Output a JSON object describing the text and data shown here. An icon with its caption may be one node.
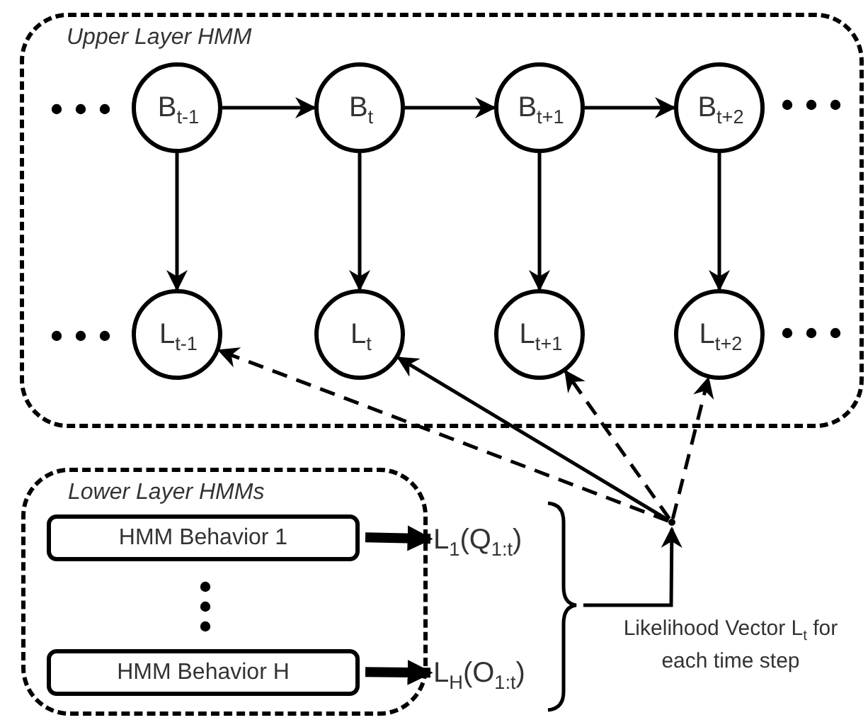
{
  "diagram": {
    "nodes": [
      {
        "text": [
          "Upper Layer HMM"
        ]
      },
      {
        "text": [
          "B$_{t-1}$"
        ],
        "in": 0
      },
      {
        "text": [
          "B$_{t}$"
        ],
        "in": 0
      },
      {
        "text": [
          "B$_{t+1}$"
        ],
        "in": 0
      },
      {
        "text": [
          "B$_{t+2}$"
        ],
        "in": 0
      },
      {
        "text": [
          "L$_{t-1}$"
        ],
        "in": 0
      },
      {
        "text": [
          "L$_{t}$"
        ],
        "in": 0
      },
      {
        "text": [
          "L$_{t+1}$"
        ],
        "in": 0
      },
      {
        "text": [
          "L$_{t+2}$"
        ],
        "in": 0
      },
      {
        "text": [
          "Lower Layer HMMs"
        ]
      },
      {
        "text": [
          "HMM Behavior 1"
        ],
        "in": 9
      },
      {
        "text": [
          "HMM Behavior H"
        ],
        "in": 9
      },
      {
        "text": [
          "L$_{1}$(Q$_{1:t}$)"
        ]
      },
      {
        "text": [
          "L$_{H}$(O$_{1:t}$)"
        ]
      },
      {
        "text": [],
        "shape": "point"
      },
      {
        "text": [],
        "shape": "brace"
      }
    ],
    "edges": [
      {
        "from": 1,
        "to": 2,
        "arrow": "to"
      },
      {
        "from": 2,
        "to": 3,
        "arrow": "to"
      },
      {
        "from": 3,
        "to": 4,
        "arrow": "to"
      },
      {
        "from": 1,
        "to": 5,
        "arrow": "to"
      },
      {
        "from": 2,
        "to": 6,
        "arrow": "to"
      },
      {
        "from": 3,
        "to": 7,
        "arrow": "to"
      },
      {
        "from": 4,
        "to": 8,
        "arrow": "to"
      },
      {
        "from": 10,
        "to": 12,
        "arrow": "to",
        "style": "thick"
      },
      {
        "from": 11,
        "to": 13,
        "arrow": "to",
        "style": "thick"
      },
      {
        "from": 15,
        "to": 14,
        "arrow": "to"
      },
      {
        "from": 14,
        "to": 5,
        "arrow": "to",
        "style": "dashed"
      },
      {
        "from": 14,
        "to": 6,
        "arrow": "to"
      },
      {
        "from": 14,
        "to": 7,
        "arrow": "to",
        "style": "dashed"
      },
      {
        "from": 14,
        "to": 8,
        "arrow": "to",
        "style": "dashed"
      }
    ],
    "labels": [
      "Likelihood Vector L$_{t}$ for each time step"
    ]
  }
}
